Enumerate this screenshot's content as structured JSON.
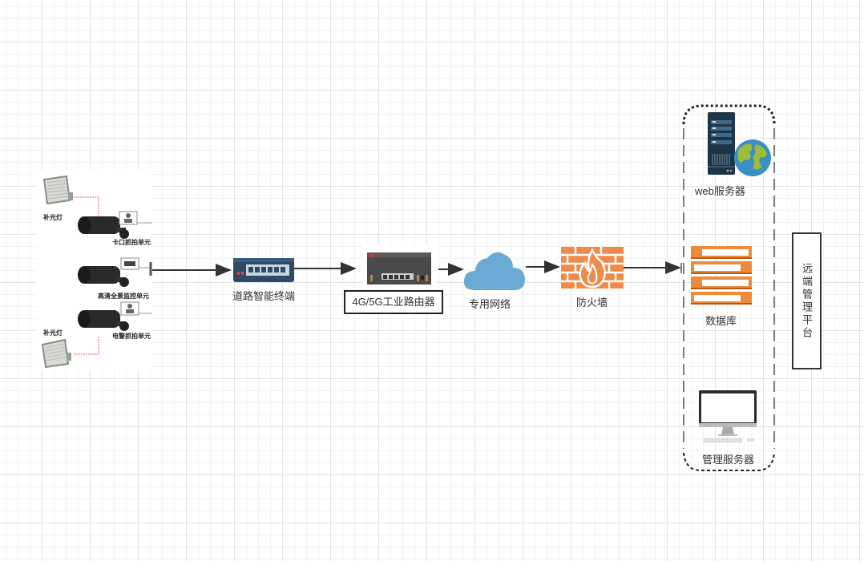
{
  "diagram": {
    "title": "",
    "field_units": {
      "fill_light_top": "补光灯",
      "fill_light_bottom": "补光灯",
      "checkpoint_capture": "卡口抓拍单元",
      "hd_panorama_monitor": "高清全景监控单元",
      "e_police_capture": "电警抓拍单元"
    },
    "nodes": [
      {
        "id": "road-terminal",
        "label": "道路智能终端",
        "icon": "network-switch-icon"
      },
      {
        "id": "industrial-router",
        "label": "4G/5G工业路由器",
        "icon": "router-icon"
      },
      {
        "id": "private-network",
        "label": "专用网络",
        "icon": "cloud-icon"
      },
      {
        "id": "firewall",
        "label": "防火墙",
        "icon": "firewall-icon"
      },
      {
        "id": "web-server",
        "label": "web服务器",
        "icon": "web-server-icon"
      },
      {
        "id": "database",
        "label": "数据库",
        "icon": "database-icon"
      },
      {
        "id": "management-server",
        "label": "管理服务器",
        "icon": "monitor-icon"
      }
    ],
    "platform": {
      "label": "远端管理平台"
    },
    "edges": [
      {
        "from": "field-units",
        "to": "road-terminal"
      },
      {
        "from": "road-terminal",
        "to": "industrial-router"
      },
      {
        "from": "industrial-router",
        "to": "private-network"
      },
      {
        "from": "private-network",
        "to": "firewall"
      },
      {
        "from": "firewall",
        "to": "server-group"
      }
    ],
    "colors": {
      "cloud": "#6aaad2",
      "firewall": "#f08a4b",
      "database": "#ef8a3a",
      "server_dark": "#1e3448",
      "globe_ocean": "#3a8fc4",
      "globe_land": "#9cbc3a",
      "arrow": "#333333"
    }
  }
}
